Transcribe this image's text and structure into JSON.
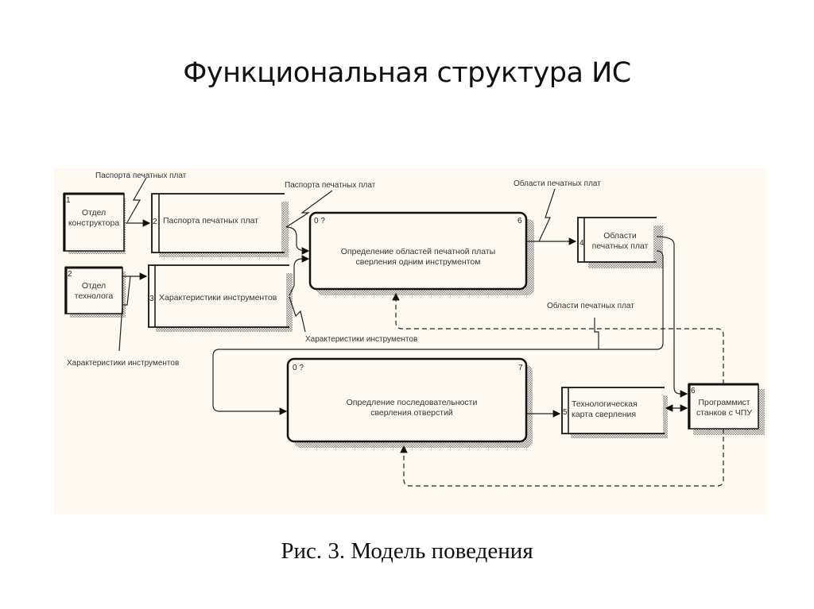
{
  "slide": {
    "title": "Функциональная структура ИС",
    "caption": "Рис. 3. Модель поведения"
  },
  "diagram": {
    "external_entities": [
      {
        "id": "1",
        "lines": [
          "Отдел",
          "конструктора"
        ]
      },
      {
        "id": "2",
        "lines": [
          "Отдел",
          "технолога"
        ]
      },
      {
        "id": "6",
        "lines": [
          "Программист",
          "станков с ЧПУ"
        ]
      }
    ],
    "data_stores": [
      {
        "id": "2",
        "lines": [
          "Паспорта печатных плат"
        ]
      },
      {
        "id": "3",
        "lines": [
          "Характеристики инструментов"
        ]
      },
      {
        "id": "4",
        "lines": [
          "Области",
          "печатных плат"
        ]
      },
      {
        "id": "5",
        "lines": [
          "Технологическая",
          "карта сверления"
        ]
      }
    ],
    "processes": [
      {
        "tag": "0 ?",
        "id": "6",
        "lines": [
          "Определение областей печатной платы",
          "сверления одним инструментом"
        ]
      },
      {
        "tag": "0 ?",
        "id": "7",
        "lines": [
          "Опредление последовательности",
          "сверления отверстий"
        ]
      }
    ],
    "flow_labels": {
      "f1": "Паспорта печатных плат",
      "f2": "Паспорта печатных плат",
      "f3": "Характеристики инструментов",
      "f4": "Характеристики инструментов",
      "f5": "Области печатных плат",
      "f6": "Области печатных плат"
    },
    "colors": {
      "background": "#fdf9f1",
      "line": "#222222",
      "shadow": "#9a9a9a"
    }
  }
}
